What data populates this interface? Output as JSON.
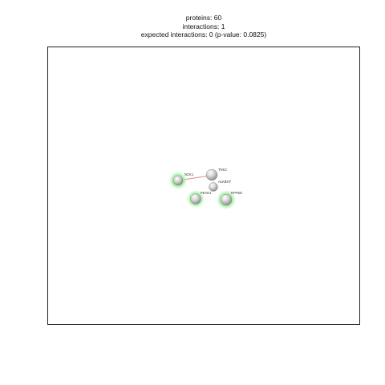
{
  "stats": {
    "proteins": "proteins: 60",
    "interactions": "interactions: 1",
    "expected": "expected interactions: 0 (p-value: 0.0825)"
  },
  "colors": {
    "highlight_halo": "#8ef08a",
    "edge": "#d98c8c",
    "node_fill": "#d4d4d4",
    "frame_border": "#222222"
  },
  "network": {
    "nodes": [
      {
        "label": "NCK1",
        "highlighted": true
      },
      {
        "label": "TNK2",
        "highlighted": false
      },
      {
        "label": "ALKBH7",
        "highlighted": false
      },
      {
        "label": "PEAK1",
        "highlighted": true
      },
      {
        "label": "RPP5D",
        "highlighted": true
      }
    ],
    "edges": [
      {
        "from": "NCK1",
        "to": "TNK2"
      }
    ]
  }
}
